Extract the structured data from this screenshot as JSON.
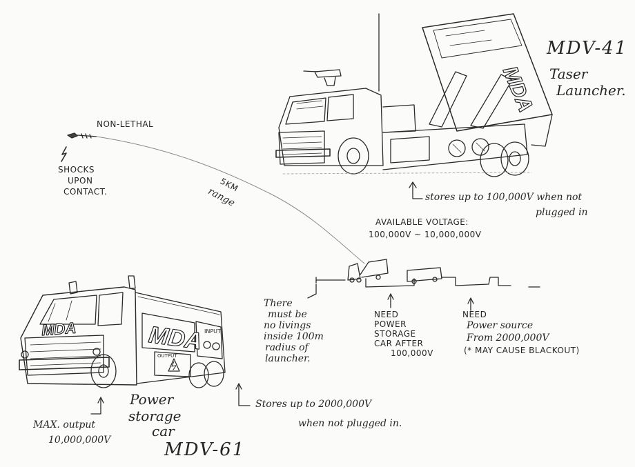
{
  "labels": {
    "non_lethal": "NON-LETHAL",
    "shocks": "SHOCKS",
    "upon": "UPON",
    "contact": "CONTACT.",
    "range_km": "5KM",
    "range": "range",
    "mdv41_title": "MDV-41",
    "mdv41_sub1": "Taser",
    "mdv41_sub2": "Launcher.",
    "mdv41_store1": "stores up to 100,000V when not",
    "mdv41_store2": "plugged in",
    "voltage_title": "AVAILABLE VOLTAGE:",
    "voltage_range": "100,000V ~ 10,000,000V",
    "no_livings_1": "There",
    "no_livings_2": "must be",
    "no_livings_3": "no livings",
    "no_livings_4": "inside 100m",
    "no_livings_5": "radius of",
    "no_livings_6": "launcher.",
    "need_power_1": "NEED",
    "need_power_2": "POWER",
    "need_power_3": "STORAGE",
    "need_power_4": "CAR AFTER",
    "need_power_5": "100,000V",
    "need_source_1": "NEED",
    "need_source_2": "Power source",
    "need_source_3": "From 2000,000V",
    "need_source_4": "(* MAY CAUSE BLACKOUT)",
    "max_output_1": "MAX. output",
    "max_output_2": "10,000,000V",
    "car_1": "Power",
    "car_2": "storage",
    "car_3": "car",
    "mdv61_title": "MDV-61",
    "mdv61_store1": "Stores up to 2000,000V",
    "mdv61_store2": "when not plugged in.",
    "truck_logo": "MDA",
    "truck_output": "OUTPUT",
    "truck_input": "INPUT"
  },
  "colors": {
    "paper": "#fbfbf9",
    "pencil": "#2a2a2a"
  }
}
